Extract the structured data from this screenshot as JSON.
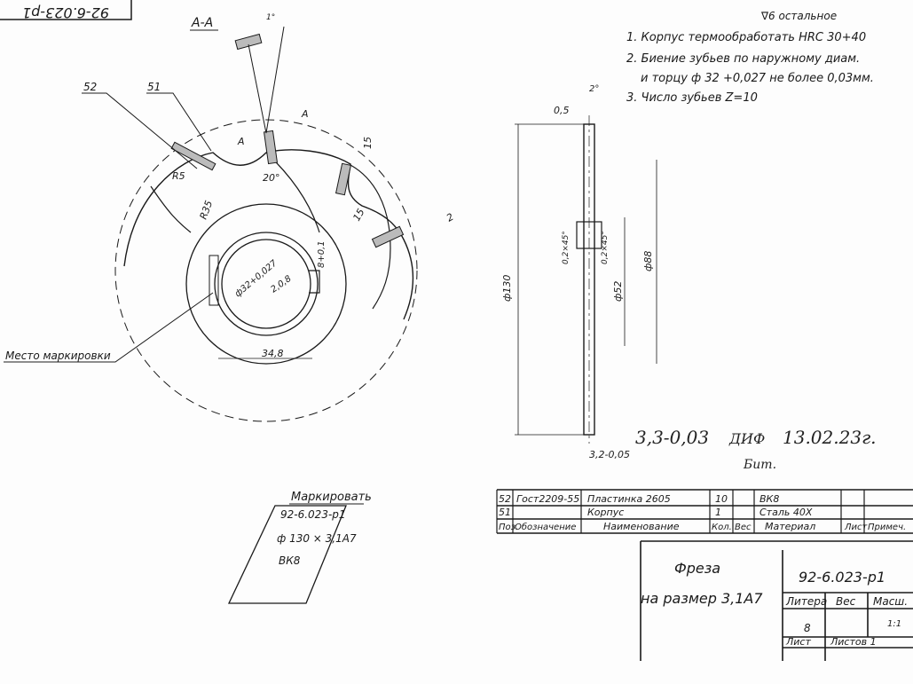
{
  "top_stamp": "92-6.023-p1",
  "section": {
    "label": "А-А"
  },
  "notes": {
    "surface_rest": "∇6 остальное",
    "line1": "1. Корпус термообработать HRC 30+40",
    "line2": "2. Биение зубьев по наружному диам.",
    "line3": "и торцу ф 32 +0,027 не более 0,03мм.",
    "line4": "3. Число зубьев  Z=10"
  },
  "front": {
    "pos52": "52",
    "pos51": "51",
    "marking_place": "Место маркировки"
  },
  "dims": {
    "bore": "ф32+0,027",
    "r08": "2,0,8",
    "keyway": "8+0,1",
    "hub_width": "34,8",
    "r5": "R5",
    "r35": "R35",
    "angle20": "20°",
    "d15a": "15",
    "d15b": "15",
    "d2": "2",
    "a_mark_left": "A",
    "a_mark_right": "A",
    "angle1": "1°"
  },
  "side": {
    "d130": "ф130",
    "d52": "ф52",
    "d88": "ф88",
    "chamfer_left": "0,2×45°",
    "chamfer_right": "0,2×45°",
    "t05": "0,5",
    "angle2": "2°",
    "t32": "3,2-0,05"
  },
  "pen": {
    "tolerance": "3,3-0,03",
    "initials": "ДИФ",
    "date": "13.02.23г.",
    "signature": "Бит."
  },
  "marking": {
    "title": "Маркировать",
    "line1": "92-6.023-р1",
    "line2": "ф 130 × 3,1А7",
    "line3": "ВК8"
  },
  "bom": {
    "headers": [
      "Поз.",
      "Обозначение",
      "Наименование",
      "Кол.",
      "Вес",
      "Материал",
      "Лист",
      "Примеч."
    ],
    "rows": [
      {
        "pos": "52",
        "designation": "Гост2209-55",
        "name": "Пластинка 2605",
        "qty": "10",
        "material": "ВК8"
      },
      {
        "pos": "51",
        "designation": "",
        "name": "Корпус",
        "qty": "1",
        "material": "Сталь 40Х"
      }
    ]
  },
  "title": {
    "name_line1": "Фреза",
    "name_line2": "на размер 3,1А7",
    "number": "92-6.023-р1",
    "letter_label": "Литера",
    "weight_label": "Вес",
    "scale_label": "Масш.",
    "letter": "8",
    "scale": "1:1",
    "sheet_label": "Лист",
    "sheets_label": "Листов 1"
  }
}
